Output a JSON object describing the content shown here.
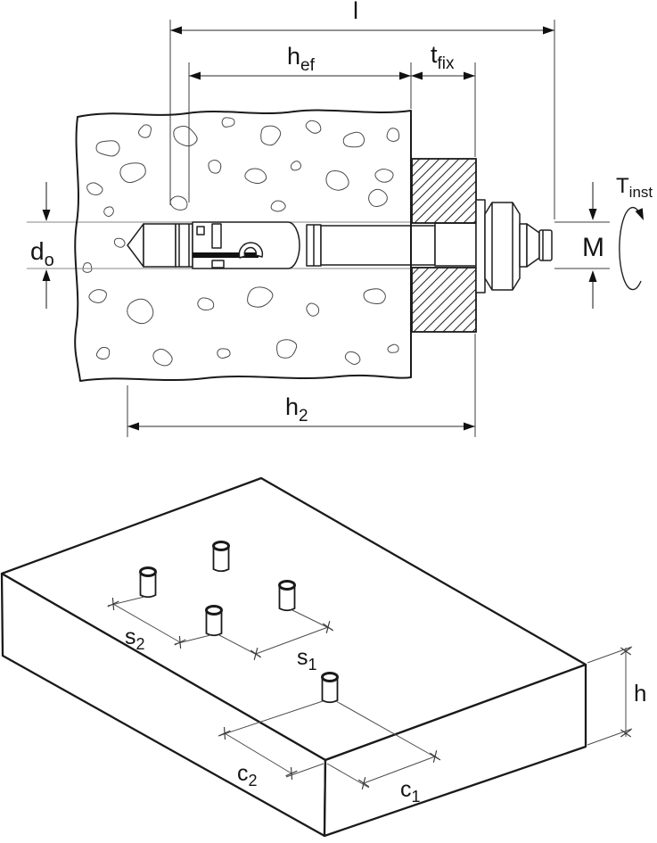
{
  "section_view": {
    "dim_total_length": {
      "base": "l",
      "sub": ""
    },
    "dim_embedment_depth": {
      "base": "h",
      "sub": "ef"
    },
    "dim_fixture_thickness": {
      "base": "t",
      "sub": "fix"
    },
    "dim_hole_diameter": {
      "base": "d",
      "sub": "o"
    },
    "dim_hole_depth": {
      "base": "h",
      "sub": "2"
    },
    "dim_thread_size": {
      "base": "M",
      "sub": ""
    },
    "dim_install_torque": {
      "base": "T",
      "sub": "inst"
    }
  },
  "layout_view": {
    "dim_spacing_1": {
      "base": "s",
      "sub": "1"
    },
    "dim_spacing_2": {
      "base": "s",
      "sub": "2"
    },
    "dim_edge_distance_1": {
      "base": "c",
      "sub": "1"
    },
    "dim_edge_distance_2": {
      "base": "c",
      "sub": "2"
    },
    "dim_member_height": {
      "base": "h",
      "sub": ""
    }
  },
  "colors": {
    "line": "#1a1a1a",
    "background": "#ffffff"
  }
}
